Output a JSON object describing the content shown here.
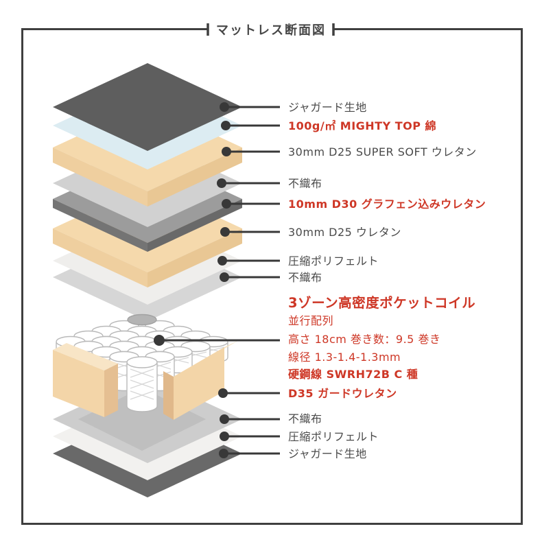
{
  "title": "マットレス断面図",
  "colors": {
    "accent_red": "#ce3726",
    "text_dark": "#4a4a4a",
    "frame_border": "#3f3f3f",
    "jacquard_dark_gray": "#5e5e5e",
    "mighty_top_blue": "#dcecf2",
    "urethane_beige": "#f5d9ac",
    "graphene_urethane_gray": "#9c9c9c",
    "nonwoven_gray": "#d2d2d2",
    "polyfelt_white": "#efeeec",
    "coil_outline_gray": "#b9b9b9"
  },
  "labels": [
    {
      "text": "ジャガード生地",
      "style": "dark"
    },
    {
      "text": "100g/㎡ MIGHTY TOP 綿",
      "style": "red-bold"
    },
    {
      "text": "30mm D25 SUPER SOFT ウレタン",
      "style": "dark"
    },
    {
      "text": "不織布",
      "style": "dark"
    },
    {
      "text": "10mm D30 グラフェン込みウレタン",
      "style": "red-bold"
    },
    {
      "text": "30mm D25 ウレタン",
      "style": "dark"
    },
    {
      "text": "圧縮ポリフェルト",
      "style": "dark"
    },
    {
      "text": "不織布",
      "style": "dark"
    },
    {
      "text": "3ゾーン高密度ポケットコイル",
      "style": "red-bold-big"
    },
    {
      "text": "並行配列",
      "style": "red"
    },
    {
      "text": "高さ 18cm 巻き数：9.5 巻き",
      "style": "red"
    },
    {
      "text": "線径 1.3-1.4-1.3mm",
      "style": "red"
    },
    {
      "text": "硬鋼線 SWRH72B C 種",
      "style": "red-bold"
    },
    {
      "text": "D35 ガードウレタン",
      "style": "red-bold"
    },
    {
      "text": "不織布",
      "style": "dark"
    },
    {
      "text": "圧縮ポリフェルト",
      "style": "dark"
    },
    {
      "text": "ジャガード生地",
      "style": "dark"
    }
  ]
}
